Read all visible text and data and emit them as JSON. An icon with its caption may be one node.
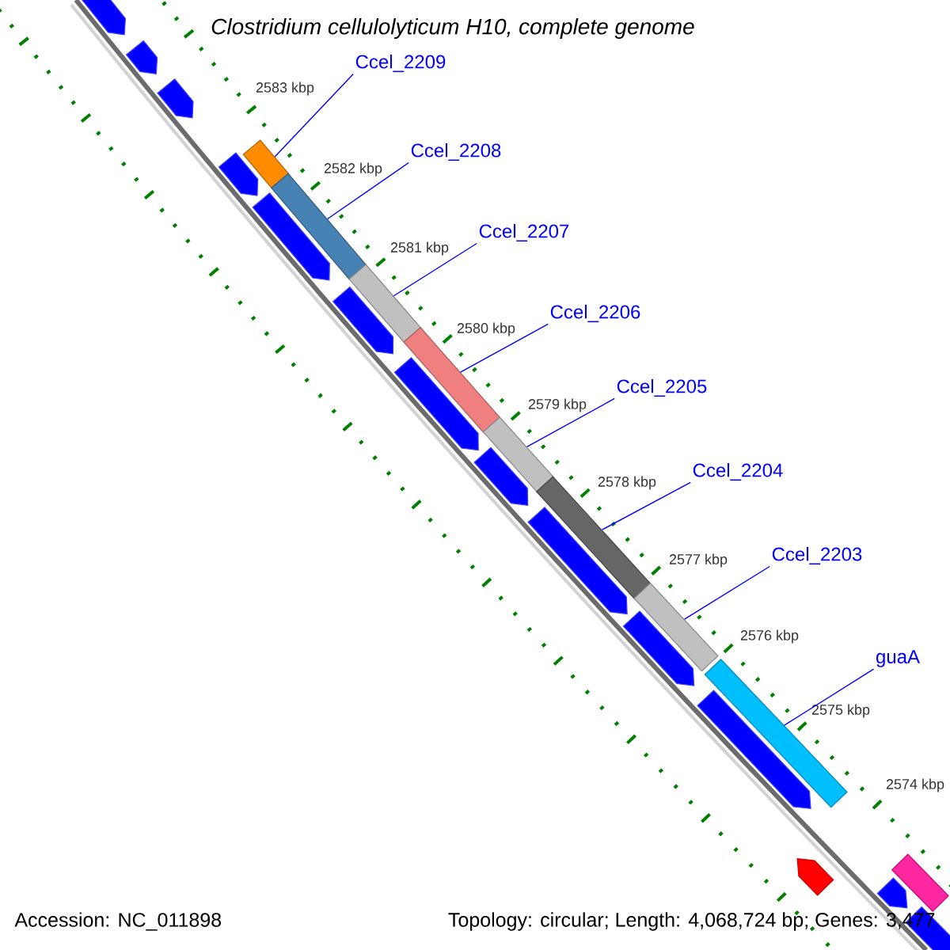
{
  "diagram": {
    "title": "Clostridium cellulolyticum H10, complete genome",
    "nodes": [
      {
        "text": [
          "Ccel_2209"
        ]
      },
      {
        "text": [],
        "shape": "bar"
      },
      {
        "text": [
          "Ccel_2208"
        ]
      },
      {
        "text": [],
        "shape": "bar"
      },
      {
        "text": [
          "Ccel_2207"
        ]
      },
      {
        "text": [],
        "shape": "bar"
      },
      {
        "text": [
          "Ccel_2206"
        ]
      },
      {
        "text": [],
        "shape": "bar"
      },
      {
        "text": [
          "Ccel_2205"
        ]
      },
      {
        "text": [],
        "shape": "bar"
      },
      {
        "text": [
          "Ccel_2204"
        ]
      },
      {
        "text": [],
        "shape": "bar"
      },
      {
        "text": [
          "Ccel_2203"
        ]
      },
      {
        "text": [],
        "shape": "bar"
      },
      {
        "text": [
          "guaA"
        ]
      },
      {
        "text": [],
        "shape": "bar"
      },
      {
        "text": [],
        "shape": "pentagon"
      },
      {
        "text": [],
        "shape": "pentagon"
      },
      {
        "text": [],
        "shape": "pentagon"
      },
      {
        "text": [],
        "shape": "pentagon"
      },
      {
        "text": [],
        "shape": "pentagon"
      },
      {
        "text": [],
        "shape": "pentagon"
      },
      {
        "text": [],
        "shape": "pentagon"
      },
      {
        "text": [],
        "shape": "pentagon"
      },
      {
        "text": [],
        "shape": "pentagon"
      },
      {
        "text": [],
        "shape": "pentagon"
      },
      {
        "text": [],
        "shape": "pentagon"
      },
      {
        "text": [],
        "shape": "pentagon"
      },
      {
        "text": [],
        "shape": "pentagon"
      },
      {
        "text": [],
        "shape": "pentagon"
      },
      {
        "text": [],
        "shape": "bar"
      }
    ],
    "edges": [
      {
        "from": 0,
        "to": 1,
        "arrow": "none"
      },
      {
        "from": 2,
        "to": 3,
        "arrow": "none"
      },
      {
        "from": 4,
        "to": 5,
        "arrow": "none"
      },
      {
        "from": 6,
        "to": 7,
        "arrow": "none"
      },
      {
        "from": 8,
        "to": 9,
        "arrow": "none"
      },
      {
        "from": 10,
        "to": 11,
        "arrow": "none"
      },
      {
        "from": 12,
        "to": 13,
        "arrow": "none"
      },
      {
        "from": 14,
        "to": 15,
        "arrow": "none"
      }
    ],
    "labels": [
      "2583 kbp",
      "2582 kbp",
      "2581 kbp",
      "2580 kbp",
      "2579 kbp",
      "2578 kbp",
      "2577 kbp",
      "2576 kbp",
      "2575 kbp",
      "2574 kbp",
      "Accession: NC_011898",
      "Topology: circular; Length: 4,068,724 bp; Genes: 3,477"
    ]
  }
}
